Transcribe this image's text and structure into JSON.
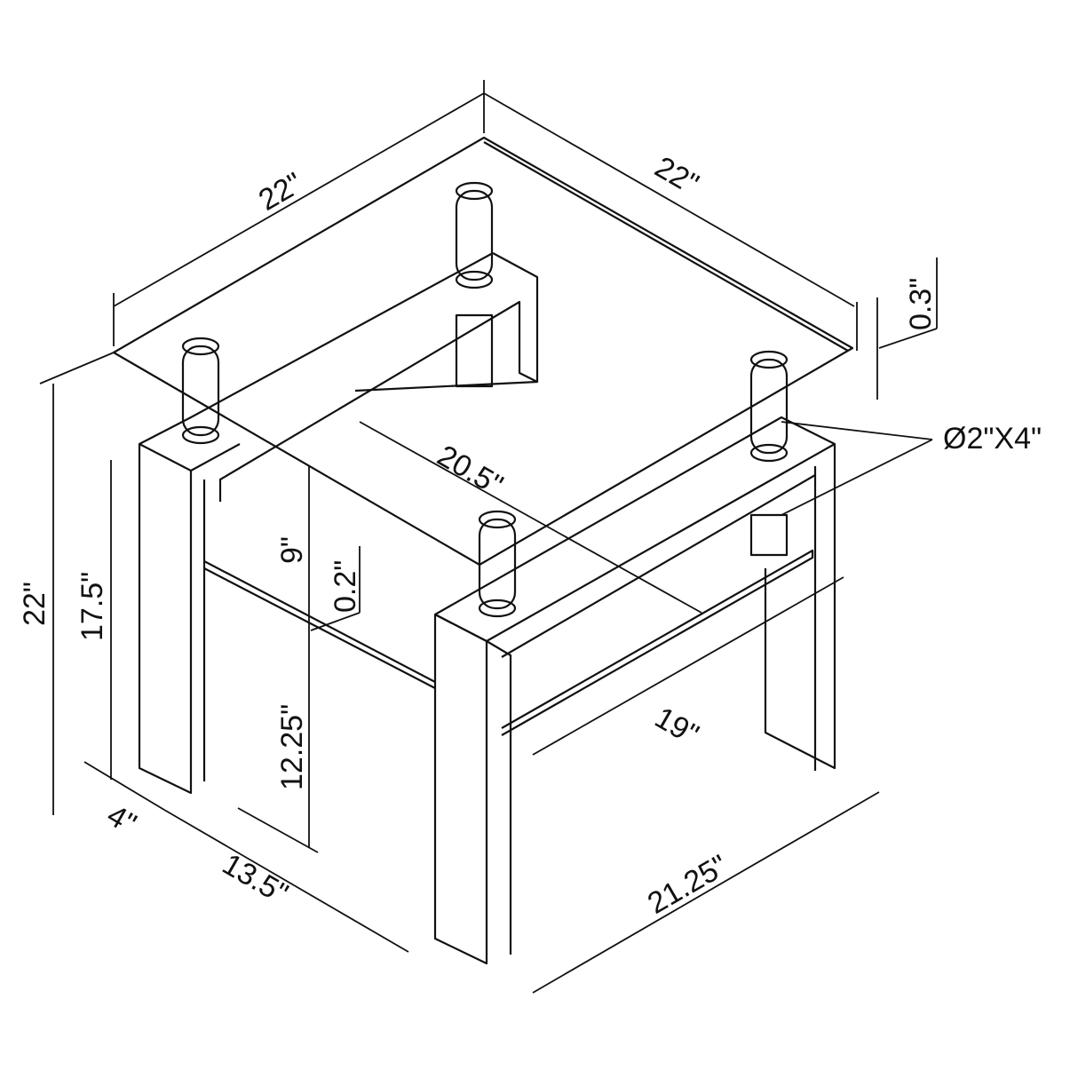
{
  "title": "End table dimension drawing",
  "dimensions": {
    "top_width_left": "22\"",
    "top_width_right": "22\"",
    "glass_thickness": "0.3\"",
    "post_size": "Ø2\"X4\"",
    "shelf_depth": "20.5\"",
    "overall_height": "22\"",
    "leg_height": "17.5\"",
    "gap_upper": "9\"",
    "shelf_thickness": "0.2\"",
    "shelf_height": "12.25\"",
    "leg_width": "4\"",
    "base_depth": "13.5\"",
    "shelf_width": "19\"",
    "base_width": "21.25\""
  }
}
